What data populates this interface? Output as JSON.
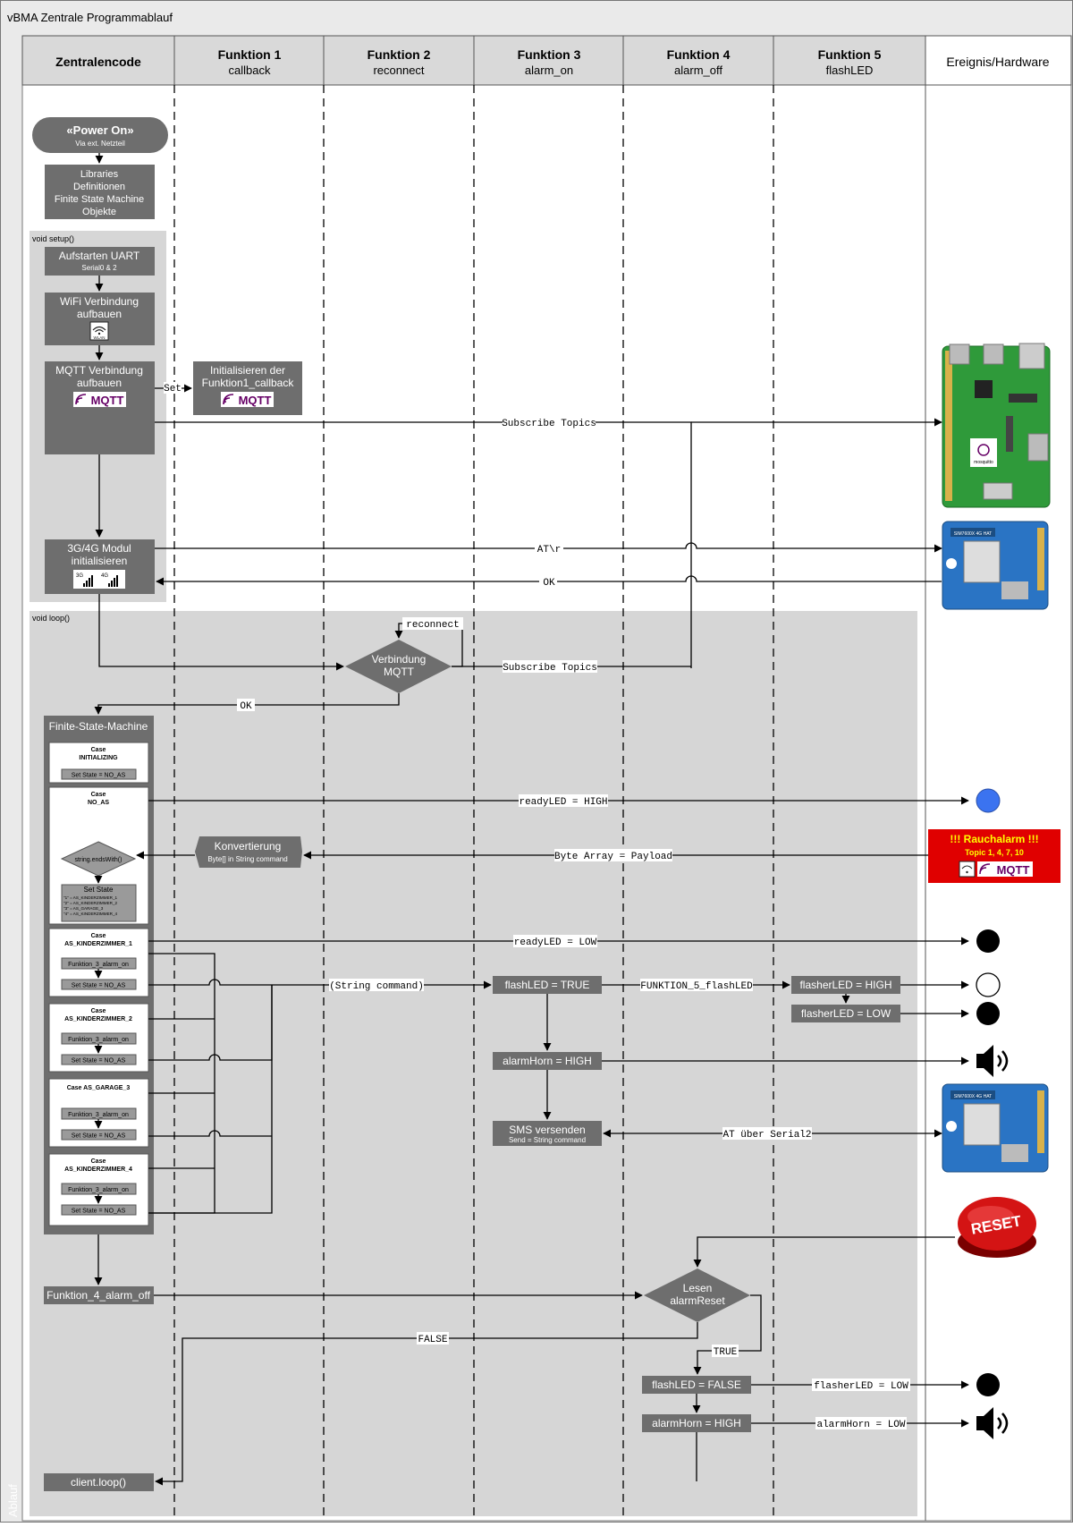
{
  "title": "vBMA Zentrale Programmablauf",
  "pool_label": "Ablauf",
  "lanes": [
    {
      "title": "Zentralencode",
      "subtitle": ""
    },
    {
      "title": "Funktion 1",
      "subtitle": "callback"
    },
    {
      "title": "Funktion 2",
      "subtitle": "reconnect"
    },
    {
      "title": "Funktion 3",
      "subtitle": "alarm_on"
    },
    {
      "title": "Funktion 4",
      "subtitle": "alarm_off"
    },
    {
      "title": "Funktion 5",
      "subtitle": "flashLED"
    },
    {
      "title": "Ereignis/Hardware",
      "subtitle": ""
    }
  ],
  "start": {
    "title": "«Power On»",
    "subtitle": "Via ext. Netzteil"
  },
  "libraries": [
    "Libraries",
    "Definitionen",
    "Finite State Machine",
    "Objekte"
  ],
  "setup": {
    "label": "void setup()",
    "uart": {
      "title": "Aufstarten UART",
      "subtitle": "Serial0 & 2"
    },
    "wifi": [
      "WiFi Verbindung",
      "aufbauen"
    ],
    "wlan_icon": "WLAN",
    "mqtt": [
      "MQTT Verbindung",
      "aufbauen"
    ],
    "mqtt_logo": "MQTT",
    "modem": [
      "3G/4G Modul",
      "initialisieren"
    ],
    "signal_3g": "3G",
    "signal_4g": "4G"
  },
  "callback_init": [
    "Initialisieren der",
    "Funktion1_callback"
  ],
  "loop": {
    "label": "void loop()",
    "verbindung": [
      "Verbindung",
      "MQTT"
    ],
    "fsm_title": "Finite-State-Machine",
    "case_initializing": [
      "Case",
      "INITIALIZING"
    ],
    "case_no_as": [
      "Case",
      "NO_AS"
    ],
    "case_kz1": [
      "Case",
      "AS_KINDERZIMMER_1"
    ],
    "case_kz2": [
      "Case",
      "AS_KINDERZIMMER_2"
    ],
    "case_garage": "Case AS_GARAGE_3",
    "case_kz4": [
      "Case",
      "AS_KINDERZIMMER_4"
    ],
    "set_state_no_as": "Set State = NO_AS",
    "funktion3_call": "Funktion_3_alarm_on",
    "ends_with": "string.endsWith()",
    "set_state": "Set State",
    "set_state_lines": [
      "\"1\" = AS_KINDERZIMMER_1",
      "\"2\" = AS_KINDERZIMMER_2",
      "\"3\" = AS_GARAGE_3",
      "\"4\" = AS_KINDERZIMMER_4"
    ],
    "konvertierung": {
      "title": "Konvertierung",
      "subtitle": "Byte[] in String command"
    },
    "flash_true": "flashLED = TRUE",
    "alarm_horn_high": "alarmHorn = HIGH",
    "sms": {
      "title": "SMS versenden",
      "subtitle": "Send = String command"
    },
    "flasher_high": "flasherLED = HIGH",
    "flasher_low": "flasherLED = LOW",
    "funktion4_call": "Funktion_4_alarm_off",
    "lesen": [
      "Lesen",
      "alarmReset"
    ],
    "flash_false": "flashLED = FALSE",
    "alarm_horn_high2": "alarmHorn = HIGH",
    "client_loop": "client.loop()"
  },
  "edge_labels": {
    "set": "Set",
    "subscribe1": "Subscribe Topics",
    "at_r": "AT\\r",
    "ok_modem": "OK",
    "reconnect": "reconnect",
    "subscribe2": "Subscribe Topics",
    "ok_conn": "OK",
    "ready_high": "readyLED = HIGH",
    "byte_array": "Byte Array = Payload",
    "ready_low": "readyLED = LOW",
    "string_command": "(String command)",
    "funktion5": "FUNKTION_5_flashLED",
    "at_serial2": "AT über Serial2",
    "false_label": "FALSE",
    "true_label": "TRUE",
    "flasher_low_final": "flasherLED = LOW",
    "alarm_horn_low_final": "alarmHorn = LOW"
  },
  "hardware": {
    "rpi_label": "mosquitto",
    "sim_board": "SIM7600X 4G HAT",
    "alarm_title": "!!! Rauchalarm !!!",
    "alarm_topics": "Topic 1, 4, 7, 10",
    "alarm_mqtt": "MQTT",
    "reset": "RESET"
  },
  "colors": {
    "box": "#6e6e6e",
    "box_dark": "#5a5a5a",
    "header_bg": "#d9d9d9",
    "loop_bg": "#d9d9d9",
    "mqtt_purple": "#660066",
    "alarm_red": "#e00000",
    "alarm_yellow": "#ffff00",
    "led_blue": "#3b73f0"
  }
}
